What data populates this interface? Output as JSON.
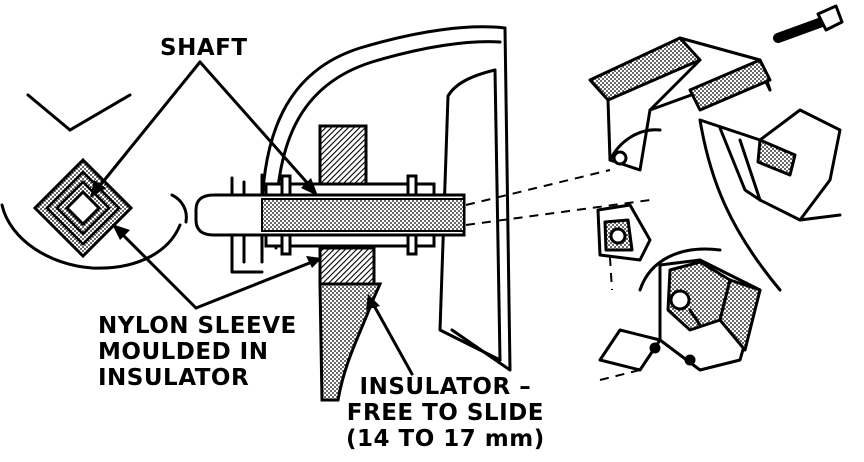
{
  "labels": {
    "shaft": "SHAFT",
    "nylon_sleeve": {
      "line1": "NYLON SLEEVE",
      "line2": "MOULDED IN",
      "line3": "INSULATOR"
    },
    "insulator": {
      "line1": "INSULATOR –",
      "line2": "FREE TO SLIDE",
      "line3": "(14 TO 17 mm)"
    }
  },
  "colors": {
    "ink": "#000000",
    "paper": "#ffffff",
    "shade": "#9a9a9a"
  }
}
